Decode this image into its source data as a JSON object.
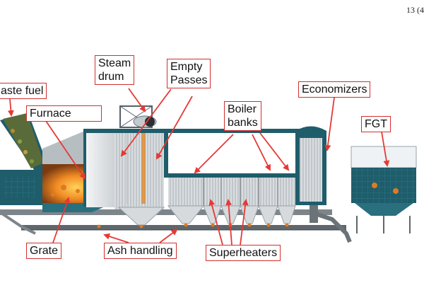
{
  "page_number": "13 (4",
  "labels": {
    "waste_fuel": "aste fuel",
    "furnace": "Furnace",
    "steam_drum_line1": "Steam",
    "steam_drum_line2": "drum",
    "empty_passes_line1": "Empty",
    "empty_passes_line2": "Passes",
    "boiler_banks_line1": "Boiler",
    "boiler_banks_line2": "banks",
    "economizers": "Economizers",
    "fgt": "FGT",
    "grate": "Grate",
    "ash_handling": "Ash handling",
    "superheaters": "Superheaters"
  },
  "colors": {
    "label_border": "#d32f2f",
    "arrow": "#e53935",
    "steel_teal": "#1f5d6b",
    "wall_white": "#e6e8ea",
    "rail_grey": "#6e757a",
    "fire_orange": "#e07a22",
    "sky_white": "#ffffff"
  },
  "icons": {
    "arrow": "red-pointer-arrow"
  }
}
